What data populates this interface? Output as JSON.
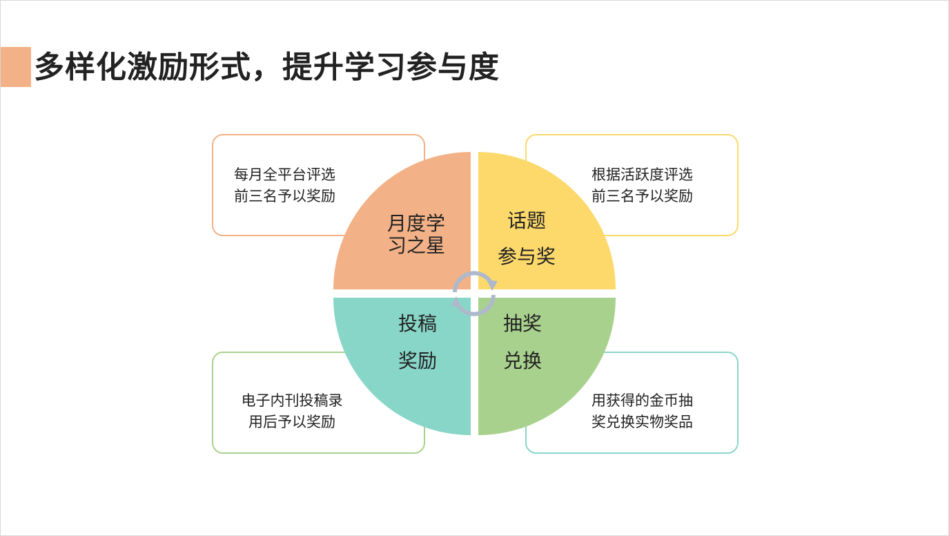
{
  "title": "多样化激励形式，提升学习参与度",
  "colors": {
    "orange": "#f2b186",
    "yellow": "#fdd96b",
    "teal": "#88d6c8",
    "green": "#a9d18e",
    "arrow": "#aeb9cc"
  },
  "quadrants": [
    {
      "label_line1": "月度学",
      "label_line2": "习之星",
      "desc_line1": "每月全平台评选",
      "desc_line2": "前三名予以奖励"
    },
    {
      "label_line1": "话题",
      "label_line2": "参与奖",
      "desc_line1": "根据活跃度评选",
      "desc_line2": "前三名予以奖励"
    },
    {
      "label_line1": "投稿",
      "label_line2": "奖励",
      "desc_line1": "电子内刊投稿录",
      "desc_line2": "用后予以奖励"
    },
    {
      "label_line1": "抽奖",
      "label_line2": "兑换",
      "desc_line1": "用获得的金币抽",
      "desc_line2": "奖兑换实物奖品"
    }
  ]
}
